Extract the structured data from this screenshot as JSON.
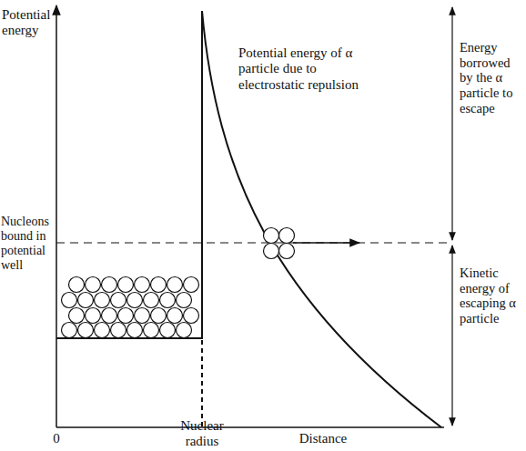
{
  "diagram": {
    "labels": [
      "Potential energy",
      "Potential energy of α particle due to electrostatic repulsion",
      "Energy borrowed by the α particle to escape",
      "Nucleons bound in potential well",
      "Kinetic energy of escaping α particle",
      "0",
      "Nuclear radius",
      "Distance"
    ]
  }
}
